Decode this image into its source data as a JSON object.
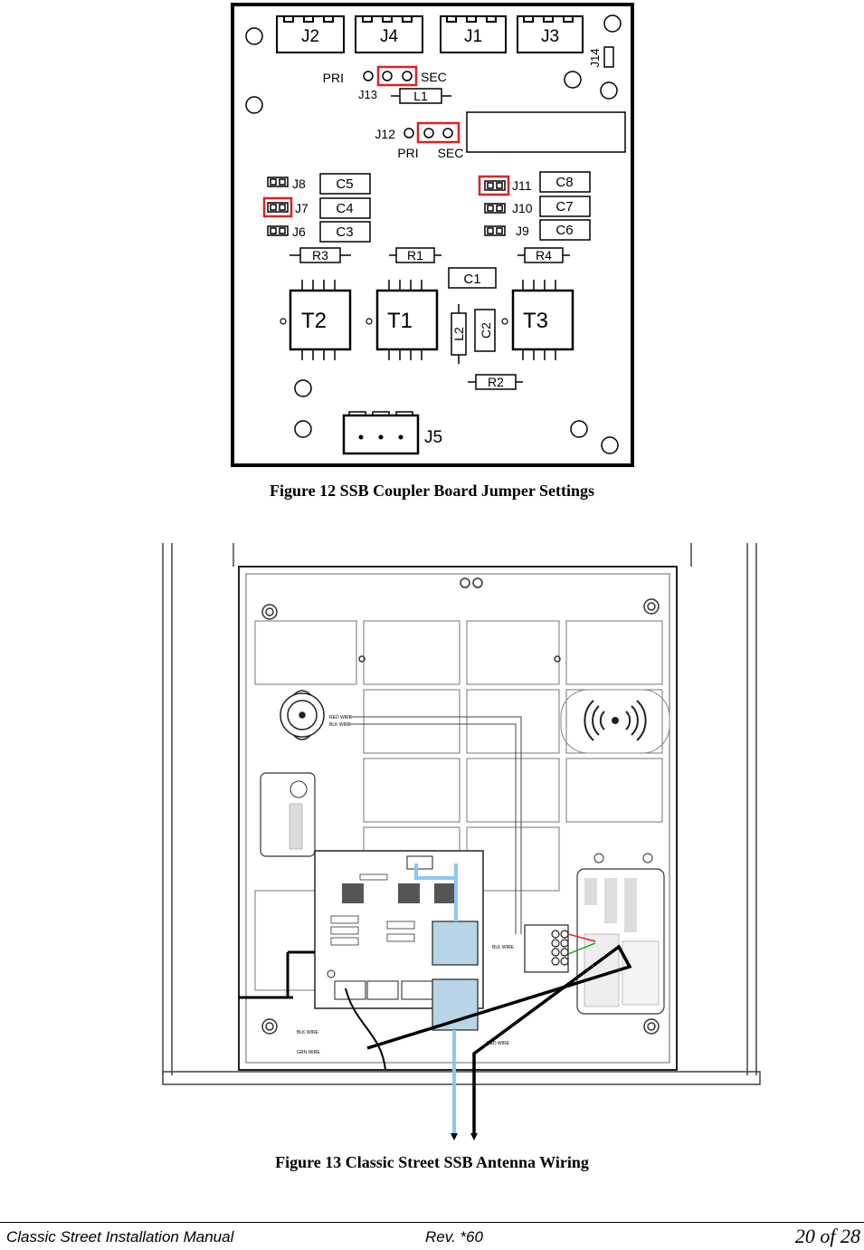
{
  "figure12": {
    "caption": "Figure 12 SSB Coupler Board Jumper Settings",
    "connectors": [
      "J2",
      "J4",
      "J1",
      "J3"
    ],
    "j14": "J14",
    "j13": {
      "label": "J13",
      "pri": "PRI",
      "sec": "SEC",
      "inductor": "L1"
    },
    "j12": {
      "label": "J12",
      "pri": "PRI",
      "sec": "SEC"
    },
    "left_jumpers": [
      "J8",
      "J7",
      "J6"
    ],
    "left_caps": [
      "C5",
      "C4",
      "C3"
    ],
    "right_jumpers": [
      "J11",
      "J10",
      "J9"
    ],
    "right_caps": [
      "C8",
      "C7",
      "C6"
    ],
    "resistors": [
      "R3",
      "R1",
      "R4",
      "R2"
    ],
    "c1": "C1",
    "transformers": [
      "T2",
      "T1",
      "T3"
    ],
    "l2": "L2",
    "c2": "C2",
    "j5": "J5",
    "highlight_color": "#e02020"
  },
  "figure13": {
    "caption": "Figure 13 Classic Street SSB Antenna Wiring",
    "wire_labels": [
      "RED WIRE",
      "BLK WIRE",
      "BLK WIRE",
      "GRN WIRE",
      "BLK WIRE",
      "RED WIRE"
    ],
    "colors": {
      "blue_wire": "#8ec6ee",
      "red_wire": "#e02020",
      "green_wire": "#22aa22",
      "black_wire": "#000000"
    }
  },
  "footer": {
    "title": "Classic Street Installation Manual",
    "revision": "Rev. *60",
    "page": "20 of 28"
  }
}
